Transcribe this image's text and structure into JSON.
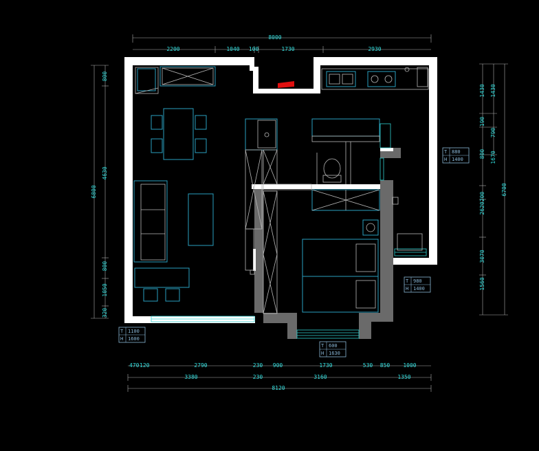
{
  "dims_top_total": "8000",
  "dims_top": [
    "2200",
    "1040",
    "100",
    "1730",
    "2930"
  ],
  "dims_bottom_1": [
    "470",
    "120",
    "2790",
    "230",
    "900",
    "1730",
    "530",
    "850",
    "1000"
  ],
  "dims_bottom_2": [
    "3380",
    "230",
    "3160",
    "1350"
  ],
  "dims_bottom_total": "8120",
  "dims_left_outer": "6800",
  "dims_left": [
    "800",
    "4630",
    "800",
    "1050",
    "320"
  ],
  "dims_right_outer": "6700",
  "dims_right_mid": [
    "1430",
    "790",
    "1670"
  ],
  "dims_right_inner": [
    "1430",
    "190",
    "800",
    "200",
    "2620",
    "3070",
    "1560"
  ],
  "window_tags": [
    {
      "w": "880",
      "h": "1400"
    },
    {
      "w": "980",
      "h": "1400"
    },
    {
      "w": "1100",
      "h": "1600"
    },
    {
      "w": "600",
      "h": "1630"
    }
  ],
  "tag_letters": {
    "w": "T",
    "h": "H"
  },
  "colors": {
    "dim": "#33e0e0",
    "wall": "#ffffff",
    "wall_gray": "#6a6a6a",
    "furniture": "#2aa0c0",
    "door_red": "#e01010"
  }
}
